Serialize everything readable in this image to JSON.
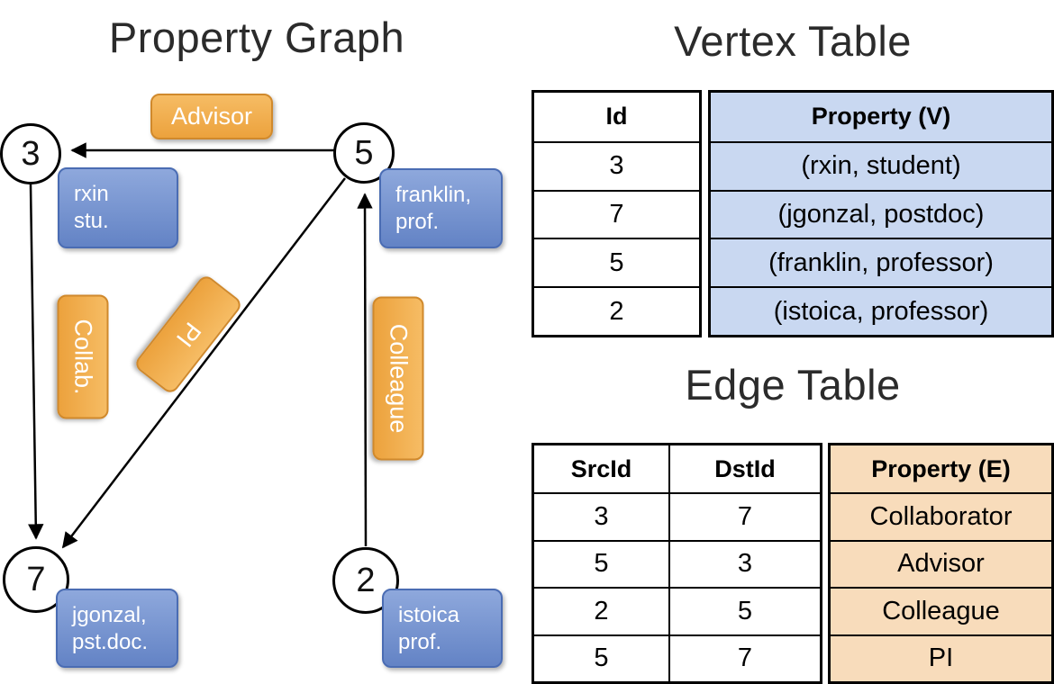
{
  "graph": {
    "title": "Property Graph",
    "nodes": [
      {
        "id": "3"
      },
      {
        "id": "5"
      },
      {
        "id": "7"
      },
      {
        "id": "2"
      }
    ],
    "vertex_labels": [
      {
        "line1": "rxin",
        "line2": "stu."
      },
      {
        "line1": "franklin,",
        "line2": "prof."
      },
      {
        "line1": "jgonzal,",
        "line2": "pst.doc."
      },
      {
        "line1": "istoica",
        "line2": "prof."
      }
    ],
    "edges": [
      {
        "src": "5",
        "dst": "3",
        "label": "Advisor"
      },
      {
        "src": "3",
        "dst": "7",
        "label": "Collab."
      },
      {
        "src": "5",
        "dst": "7",
        "label": "PI"
      },
      {
        "src": "2",
        "dst": "5",
        "label": "Colleague"
      }
    ]
  },
  "vertex_table": {
    "title": "Vertex Table",
    "col_id": "Id",
    "col_property": "Property (V)",
    "rows": [
      {
        "id": "3",
        "property": "(rxin, student)"
      },
      {
        "id": "7",
        "property": "(jgonzal, postdoc)"
      },
      {
        "id": "5",
        "property": "(franklin, professor)"
      },
      {
        "id": "2",
        "property": "(istoica, professor)"
      }
    ]
  },
  "edge_table": {
    "title": "Edge Table",
    "col_src": "SrcId",
    "col_dst": "DstId",
    "col_property": "Property (E)",
    "rows": [
      {
        "src": "3",
        "dst": "7",
        "property": "Collaborator"
      },
      {
        "src": "5",
        "dst": "3",
        "property": "Advisor"
      },
      {
        "src": "2",
        "dst": "5",
        "property": "Colleague"
      },
      {
        "src": "5",
        "dst": "7",
        "property": "PI"
      }
    ]
  },
  "colors": {
    "node_fill": "#ffffff",
    "node_border": "#000000",
    "vertex_box": "#6f8fcb",
    "edge_box": "#f0ab4e",
    "vertex_table_fill": "#c9d8f1",
    "edge_table_fill": "#f8dcbb"
  }
}
